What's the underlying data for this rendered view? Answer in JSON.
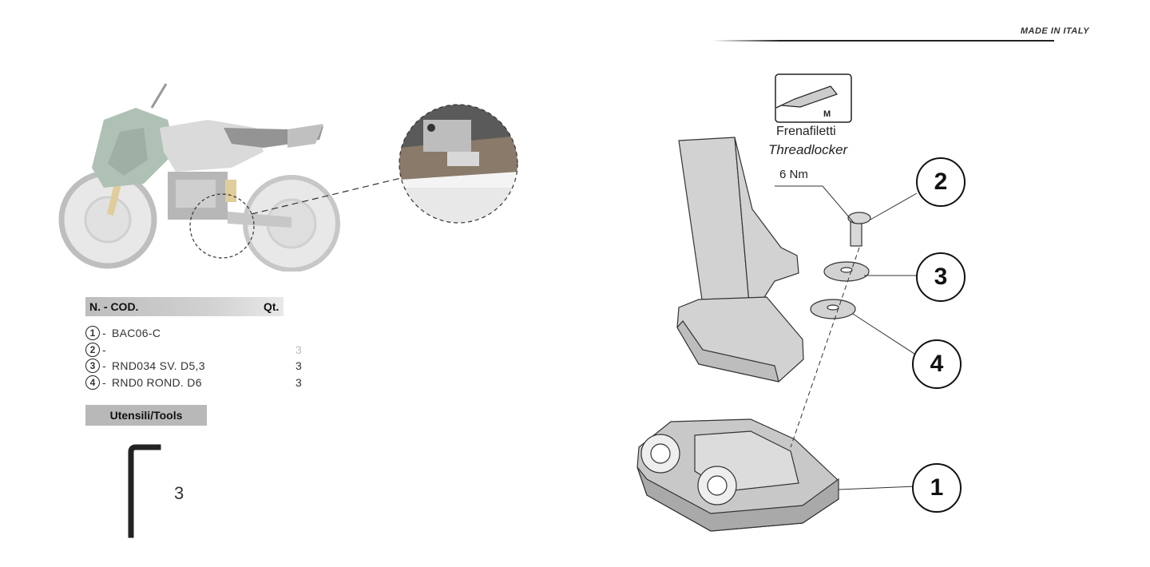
{
  "header": {
    "made_in": "MADE IN ITALY"
  },
  "parts_table": {
    "headers": {
      "num_cod": "N. -    COD.",
      "qty": "Qt."
    },
    "rows": [
      {
        "num": "1",
        "sep": "-",
        "code": "BAC06-C",
        "qty": ""
      },
      {
        "num": "2",
        "sep": "-",
        "code": "",
        "qty": "3"
      },
      {
        "num": "3",
        "sep": "-",
        "code": "RND034   SV. D5,3",
        "qty": "3"
      },
      {
        "num": "4",
        "sep": "-",
        "code": "RND0       ROND. D6",
        "qty": "3"
      }
    ]
  },
  "tools": {
    "header": "Utensili/Tools",
    "allen_size": "3"
  },
  "diagram": {
    "threadlocker_it": "Frenafiletti",
    "threadlocker_en": "Threadlocker",
    "threadlocker_grade": "M",
    "torque": "6 Nm",
    "callouts": [
      "2",
      "3",
      "4",
      "1"
    ]
  },
  "colors": {
    "bike_green": "#6f8f78",
    "part_grey": "#bdbdbd",
    "line": "#111111"
  }
}
